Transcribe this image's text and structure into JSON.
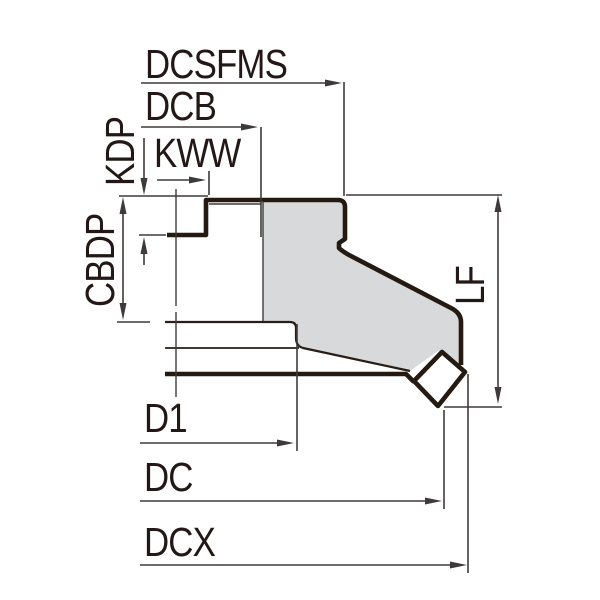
{
  "diagram": {
    "title": "face-mill-cross-section-dimension-diagram",
    "labels": {
      "dcsfms": "DCSFMS",
      "dcb": "DCB",
      "kdp": "KDP",
      "kww": "KWW",
      "cbdp": "CBDP",
      "lf": "LF",
      "d1": "D1",
      "dc": "DC",
      "dcx": "DCX"
    },
    "colors": {
      "background": "#ffffff",
      "outline": "#241a12",
      "dimension_line": "#3e3a39",
      "text": "#231815",
      "body_fill": "#d8d9da"
    }
  }
}
